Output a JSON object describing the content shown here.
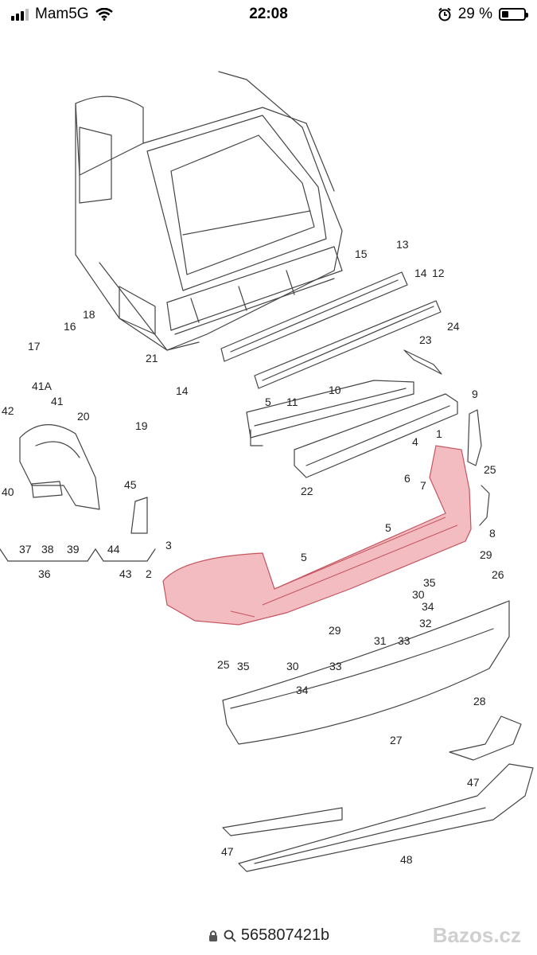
{
  "status_bar": {
    "carrier": "Mam5G",
    "time": "22:08",
    "battery_text": "29 %"
  },
  "diagram": {
    "part_labels": [
      "1",
      "2",
      "3",
      "4",
      "5",
      "5",
      "5",
      "6",
      "7",
      "8",
      "9",
      "10",
      "11",
      "12",
      "13",
      "14",
      "14",
      "15",
      "16",
      "17",
      "18",
      "19",
      "20",
      "21",
      "22",
      "23",
      "24",
      "25",
      "25",
      "26",
      "27",
      "28",
      "29",
      "29",
      "30",
      "30",
      "31",
      "32",
      "33",
      "33",
      "34",
      "34",
      "35",
      "35",
      "36",
      "37",
      "38",
      "39",
      "40",
      "41",
      "41A",
      "42",
      "43",
      "44",
      "45",
      "47",
      "47",
      "48"
    ]
  },
  "bottom_bar": {
    "search_text": "565807421b",
    "watermark": "Bazos.cz"
  }
}
